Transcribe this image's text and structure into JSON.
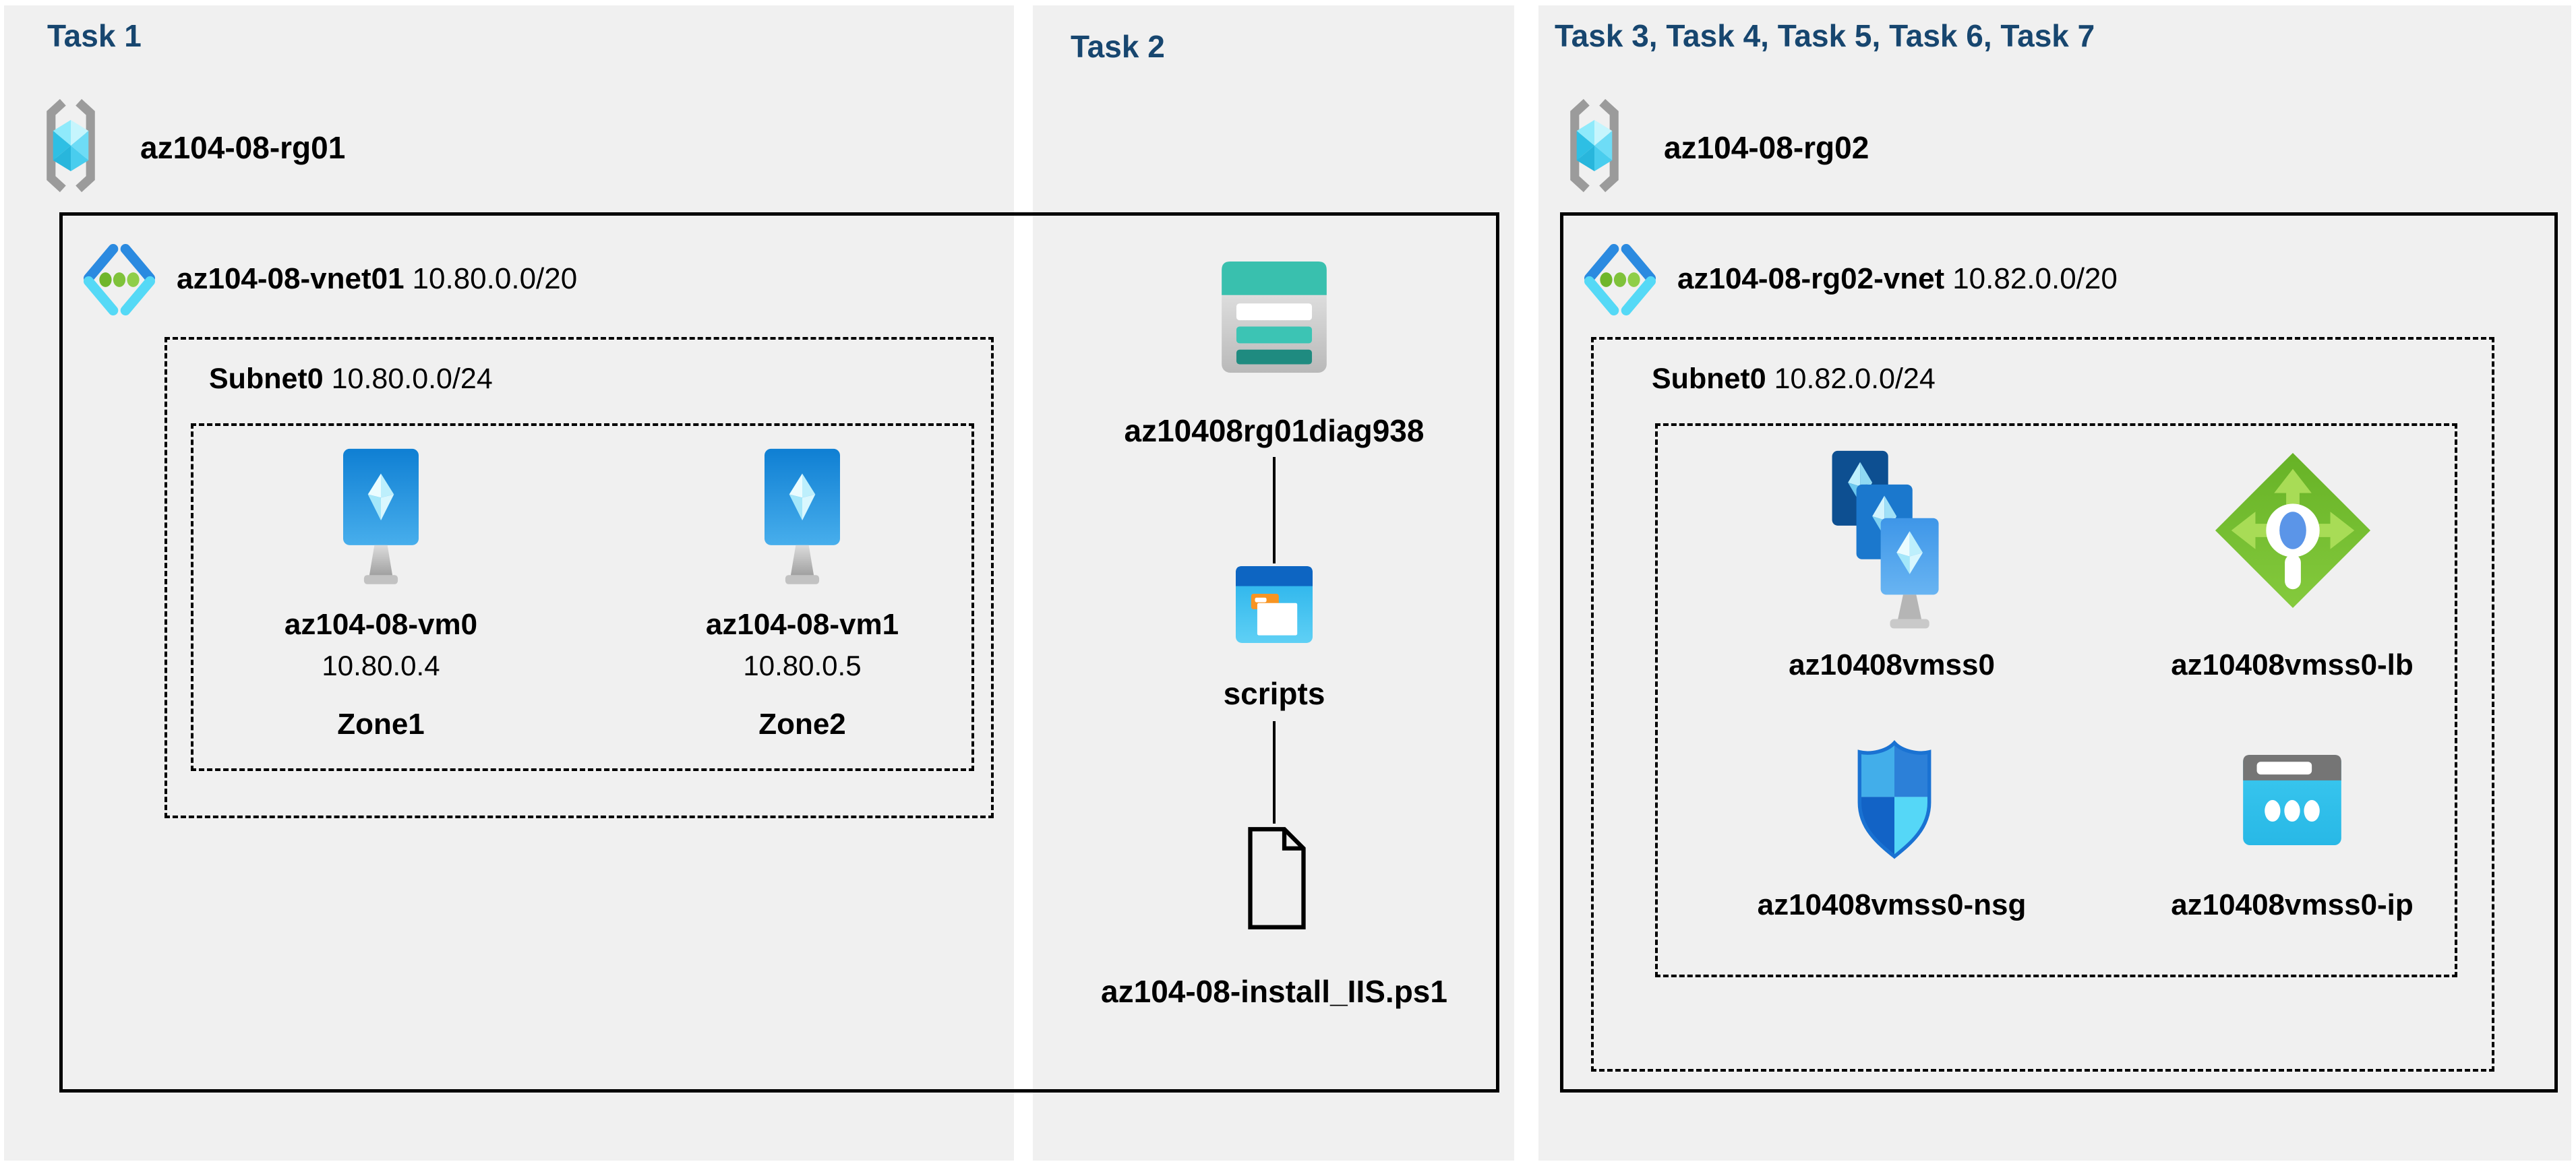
{
  "palette": {
    "page_bg": "#ffffff",
    "panel_bg": "#f0f0f0",
    "heading_color": "#17466f",
    "line_color": "#000000",
    "vnet_blue": "#2b8ae0",
    "vnet_cyan": "#55d9f6",
    "vnet_green": "#72b62c",
    "vm_blue": "#1489d3",
    "storage_teal": "#39c0ae",
    "container_blue": "#0d65c2",
    "container_cyan": "#35b9e6",
    "folder_orange": "#f79422",
    "lb_green": "#6fb92e",
    "nsg_blue": "#2c80d8",
    "ip_cyan": "#35c6ef",
    "rg_cyan": "#5bd6f2",
    "bracket_gray": "#9b9b9b"
  },
  "icons": {
    "resource_group": "resource-group-icon",
    "virtual_network": "vnet-icon",
    "virtual_machine": "vm-icon",
    "storage_account": "storage-account-icon",
    "blob_container": "folder-container-icon",
    "script_file": "file-document-icon",
    "vm_scale_set": "vmss-icon",
    "load_balancer": "load-balancer-icon",
    "network_security_group": "shield-icon",
    "public_ip": "public-ip-icon"
  },
  "task1": {
    "title": "Task 1",
    "resource_group": "az104-08-rg01",
    "vnet_name": "az104-08-vnet01",
    "vnet_cidr": "10.80.0.0/20",
    "subnet_name": "Subnet0",
    "subnet_cidr": "10.80.0.0/24",
    "vms": [
      {
        "name": "az104-08-vm0",
        "ip": "10.80.0.4",
        "zone": "Zone1"
      },
      {
        "name": "az104-08-vm1",
        "ip": "10.80.0.5",
        "zone": "Zone2"
      }
    ]
  },
  "task2": {
    "title": "Task 2",
    "storage_account": "az10408rg01diag938",
    "blob_container": "scripts",
    "script_file": "az104-08-install_IIS.ps1"
  },
  "task3": {
    "title": "Task 3, Task 4, Task 5, Task 6, Task 7",
    "resource_group": "az104-08-rg02",
    "vnet_name": "az104-08-rg02-vnet",
    "vnet_cidr": "10.82.0.0/20",
    "subnet_name": "Subnet0",
    "subnet_cidr": "10.82.0.0/24",
    "resources": [
      {
        "name": "az10408vmss0",
        "type": "virtual-machine-scale-set"
      },
      {
        "name": "az10408vmss0-lb",
        "type": "load-balancer"
      },
      {
        "name": "az10408vmss0-nsg",
        "type": "network-security-group"
      },
      {
        "name": "az10408vmss0-ip",
        "type": "public-ip-address"
      }
    ]
  }
}
